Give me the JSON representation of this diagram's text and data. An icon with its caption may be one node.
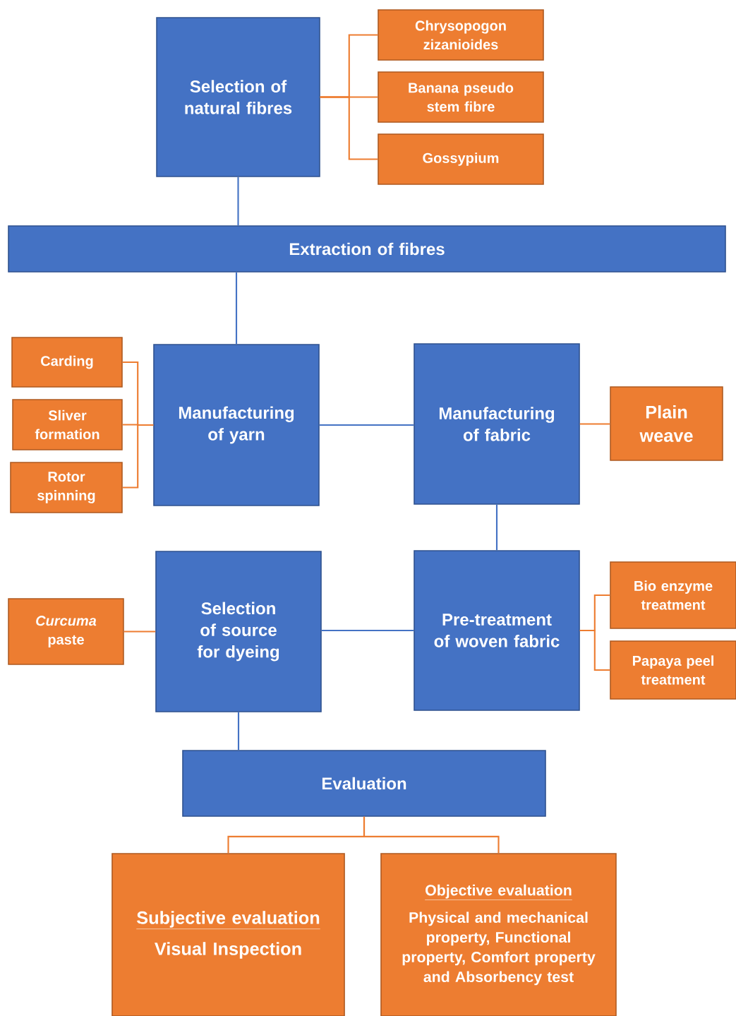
{
  "diagram": {
    "nodes": [
      {
        "text": [
          "Selection of natural fibres"
        ]
      },
      {
        "text": [
          "Chrysopogon zizanioides"
        ]
      },
      {
        "text": [
          "Banana pseudo stem fibre"
        ]
      },
      {
        "text": [
          "Gossypium"
        ]
      },
      {
        "text": [
          "Extraction of fibres"
        ]
      },
      {
        "text": [
          "Carding"
        ]
      },
      {
        "text": [
          "Sliver formation"
        ]
      },
      {
        "text": [
          "Rotor spinning"
        ]
      },
      {
        "text": [
          "Manufacturing of yarn"
        ]
      },
      {
        "text": [
          "Manufacturing of fabric"
        ]
      },
      {
        "text": [
          "Plain weave"
        ]
      },
      {
        "text": [
          "*Curcuma* paste"
        ]
      },
      {
        "text": [
          "Selection of source for dyeing"
        ]
      },
      {
        "text": [
          "Pre-treatment of woven fabric"
        ]
      },
      {
        "text": [
          "Bio enzyme treatment"
        ]
      },
      {
        "text": [
          "Papaya peel treatment"
        ]
      },
      {
        "text": [
          "Evaluation"
        ]
      },
      {
        "text": [
          "Subjective evaluation",
          "Visual Inspection"
        ]
      },
      {
        "text": [
          "Objective evaluation",
          "Physical and mechanical property, Functional property, Comfort property and Absorbency test"
        ]
      }
    ],
    "edges": [
      {
        "from": 0,
        "to": 1,
        "arrow": "none"
      },
      {
        "from": 0,
        "to": 2,
        "arrow": "none"
      },
      {
        "from": 0,
        "to": 3,
        "arrow": "none"
      },
      {
        "from": 0,
        "to": 4,
        "arrow": "none",
        "color": "#4472c4"
      },
      {
        "from": 4,
        "to": 8,
        "arrow": "none",
        "color": "#4472c4"
      },
      {
        "from": 8,
        "to": 5,
        "arrow": "none"
      },
      {
        "from": 8,
        "to": 6,
        "arrow": "none"
      },
      {
        "from": 8,
        "to": 7,
        "arrow": "none"
      },
      {
        "from": 8,
        "to": 9,
        "arrow": "none",
        "color": "#4472c4"
      },
      {
        "from": 9,
        "to": 10,
        "arrow": "none"
      },
      {
        "from": 9,
        "to": 13,
        "arrow": "none",
        "color": "#4472c4"
      },
      {
        "from": 13,
        "to": 14,
        "arrow": "none"
      },
      {
        "from": 13,
        "to": 15,
        "arrow": "none"
      },
      {
        "from": 13,
        "to": 12,
        "arrow": "none",
        "color": "#4472c4"
      },
      {
        "from": 12,
        "to": 11,
        "arrow": "none"
      },
      {
        "from": 12,
        "to": 16,
        "arrow": "none",
        "color": "#4472c4"
      },
      {
        "from": 16,
        "to": 17,
        "arrow": "none"
      },
      {
        "from": 16,
        "to": 18,
        "arrow": "none"
      }
    ]
  }
}
